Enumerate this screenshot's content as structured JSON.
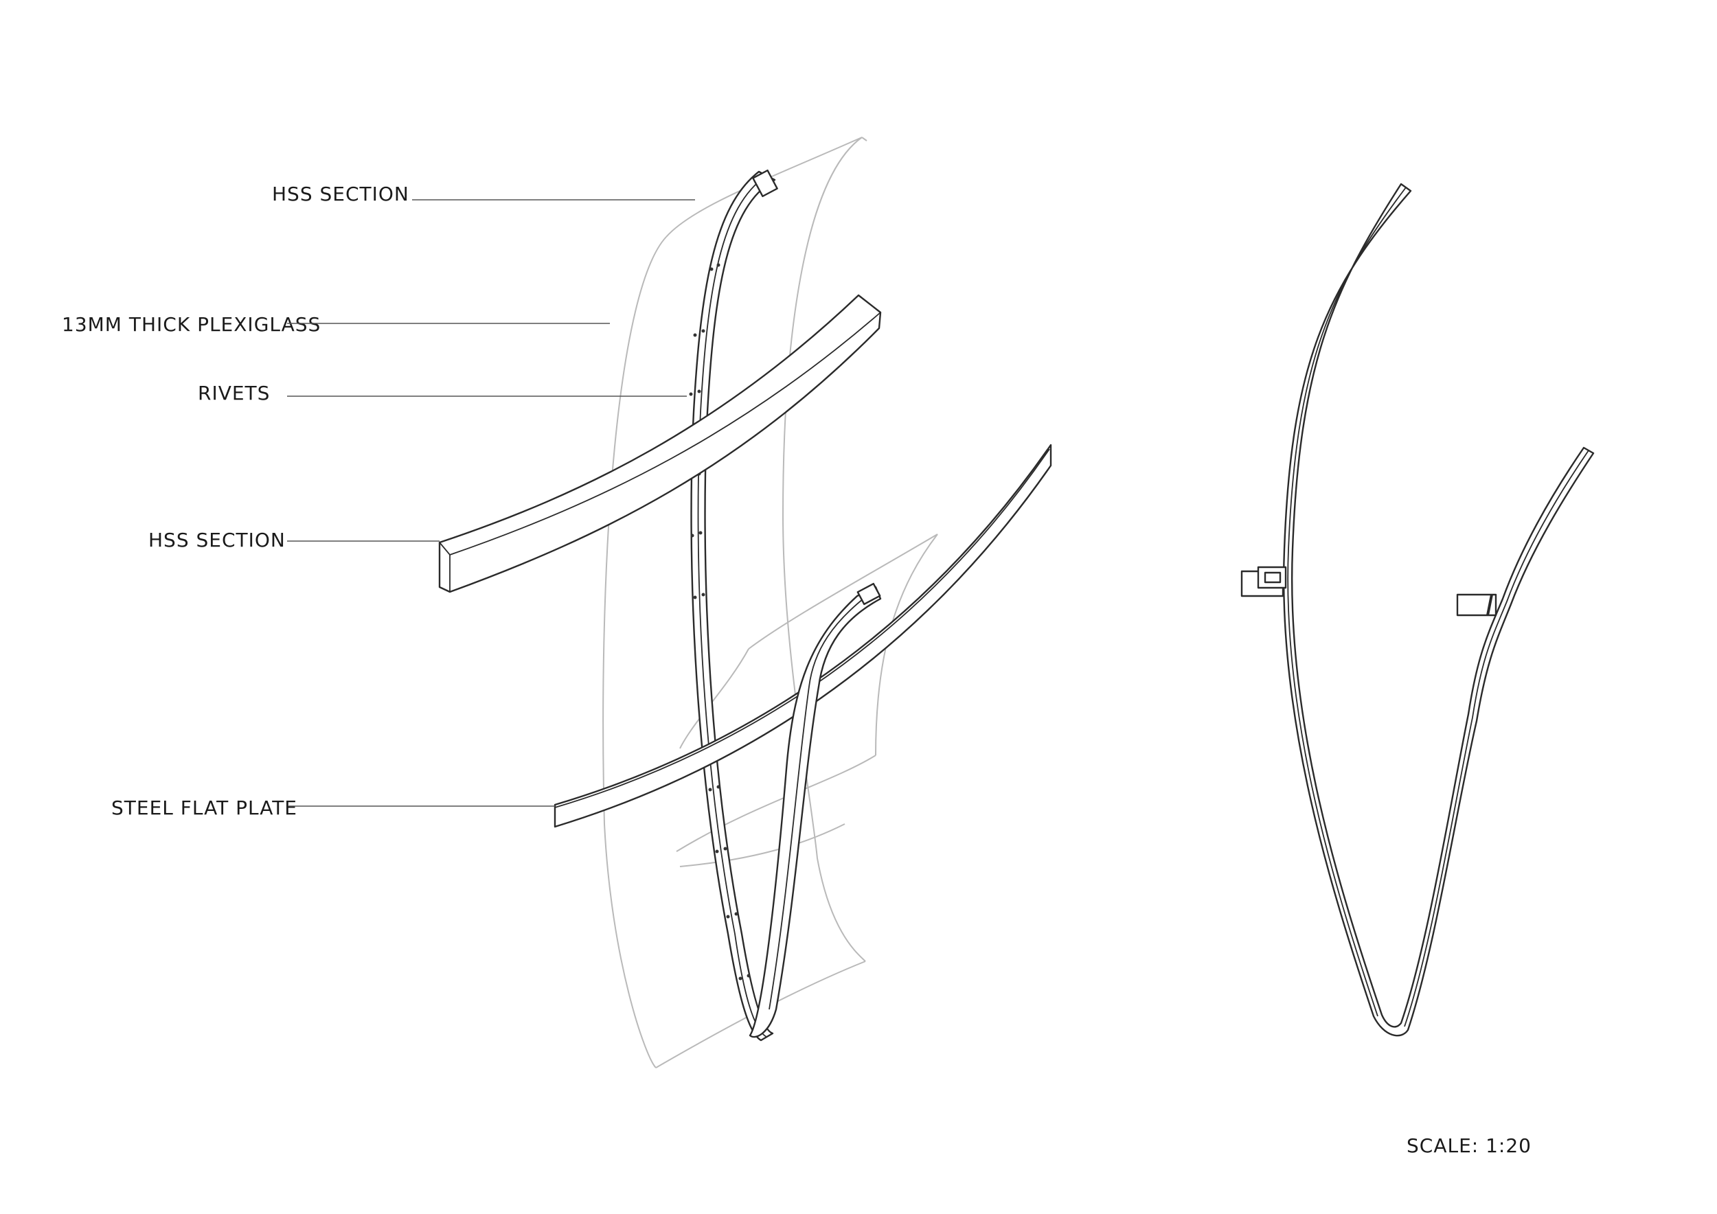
{
  "labels": {
    "hss_section_top": "HSS SECTION",
    "plexiglass": "13MM THICK PLEXIGLASS",
    "rivets": "RIVETS",
    "hss_section_mid": "HSS SECTION",
    "steel_flat_plate": "STEEL FLAT PLATE"
  },
  "scale": "SCALE: 1:20",
  "colors": {
    "ink": "#2a2a2a",
    "ghost": "#b9b9b9",
    "background": "#ffffff"
  }
}
